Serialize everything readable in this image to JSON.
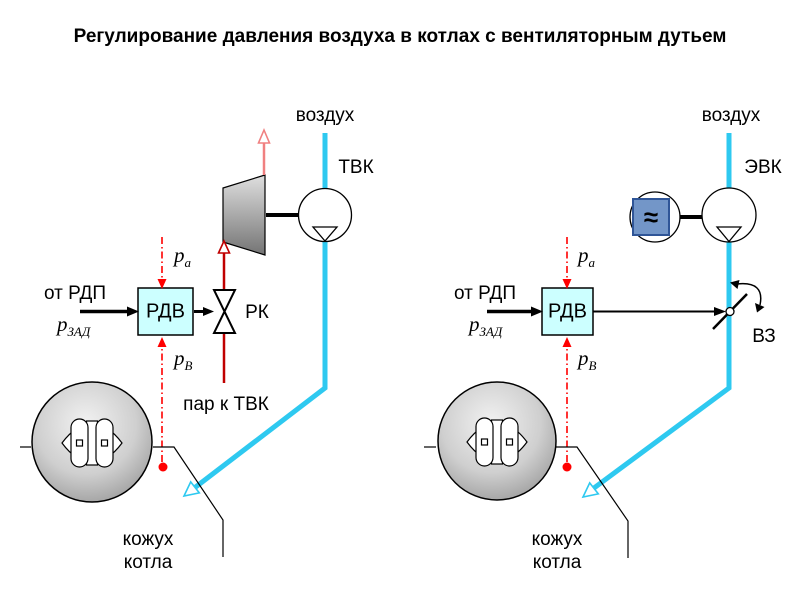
{
  "title": "Регулирование давления воздуха в котлах с вентиляторным дутьем",
  "colors": {
    "air_duct": "#2EC9F0",
    "steam_line": "#C00000",
    "exhaust_line": "#F08080",
    "signal_line": "#FF0000",
    "regulator_fill": "#CCFFFF",
    "motor_fill": "#7396C8",
    "motor_border": "#2F5597"
  },
  "left_diagram": {
    "air_label": "воздух",
    "fan_label": "ТВК",
    "valve_label": "РК",
    "steam_label": "пар к ТВК",
    "regulator_label": "РДВ",
    "input_label": "от РДП",
    "p_set": {
      "sym": "p",
      "sub": "ЗАД"
    },
    "p_air": {
      "sym": "p",
      "sub": "а"
    },
    "p_boiler": {
      "sym": "p",
      "sub": "В"
    },
    "casing_label": {
      "line1": "кожух",
      "line2": "котла"
    }
  },
  "right_diagram": {
    "air_label": "воздух",
    "fan_label": "ЭВК",
    "damper_label": "ВЗ",
    "motor_symbol": "≈",
    "regulator_label": "РДВ",
    "input_label": "от РДП",
    "p_set": {
      "sym": "p",
      "sub": "ЗАД"
    },
    "p_air": {
      "sym": "p",
      "sub": "а"
    },
    "p_boiler": {
      "sym": "p",
      "sub": "В"
    },
    "casing_label": {
      "line1": "кожух",
      "line2": "котла"
    }
  }
}
